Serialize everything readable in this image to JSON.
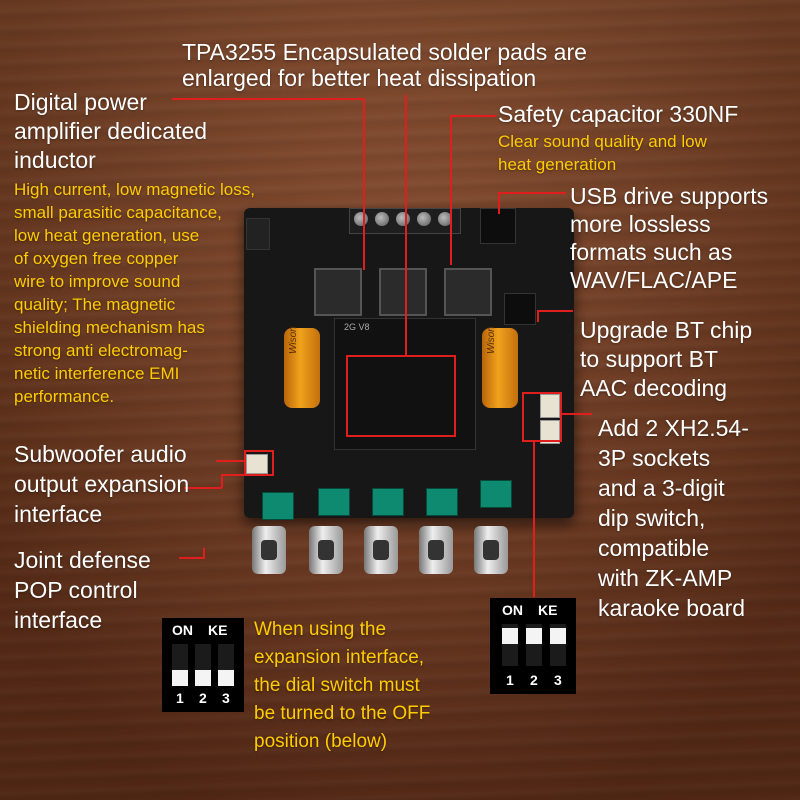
{
  "annotations": {
    "pads_title_1": "TPA3255 Encapsulated solder pads are",
    "pads_title_2": "enlarged for better heat dissipation",
    "inductor_1": "Digital power",
    "inductor_2": "amplifier dedicated",
    "inductor_3": "inductor",
    "inductor_desc": [
      "High current, low magnetic loss,",
      "small parasitic capacitance,",
      "low heat generation, use",
      "of oxygen free copper",
      "wire to improve sound",
      "quality; The magnetic",
      "shielding mechanism has",
      "strong anti electromag-",
      "netic  interference EMI",
      "performance."
    ],
    "capacitor_title": "Safety capacitor 330NF",
    "capacitor_desc_1": "Clear sound quality and low",
    "capacitor_desc_2": "heat generation",
    "usb": [
      "USB drive supports",
      "more lossless",
      "formats such as",
      "WAV/FLAC/APE"
    ],
    "bt": [
      "Upgrade BT chip",
      "to support BT",
      "AAC decoding"
    ],
    "sockets": [
      "Add 2 XH2.54-",
      "3P sockets",
      "and a 3-digit",
      "dip switch,",
      "compatible",
      "with ZK-AMP",
      "karaoke board"
    ],
    "subwoofer": [
      "Subwoofer audio",
      "output expansion",
      "interface"
    ],
    "pop": [
      "Joint defense",
      "POP control",
      "interface"
    ],
    "dip_note": [
      "When using the",
      "expansion interface,",
      "the dial switch must",
      "be turned to the OFF",
      "position (below)"
    ]
  },
  "dip_switch": {
    "label_on": "ON",
    "label_ke": "KE",
    "numbers": [
      "1",
      "2",
      "3"
    ]
  },
  "board": {
    "silk": "2G V8",
    "cap_brand": "Wison"
  },
  "colors": {
    "accent": "#e01e1e",
    "note": "#ffcc00",
    "text": "#ffffff"
  }
}
